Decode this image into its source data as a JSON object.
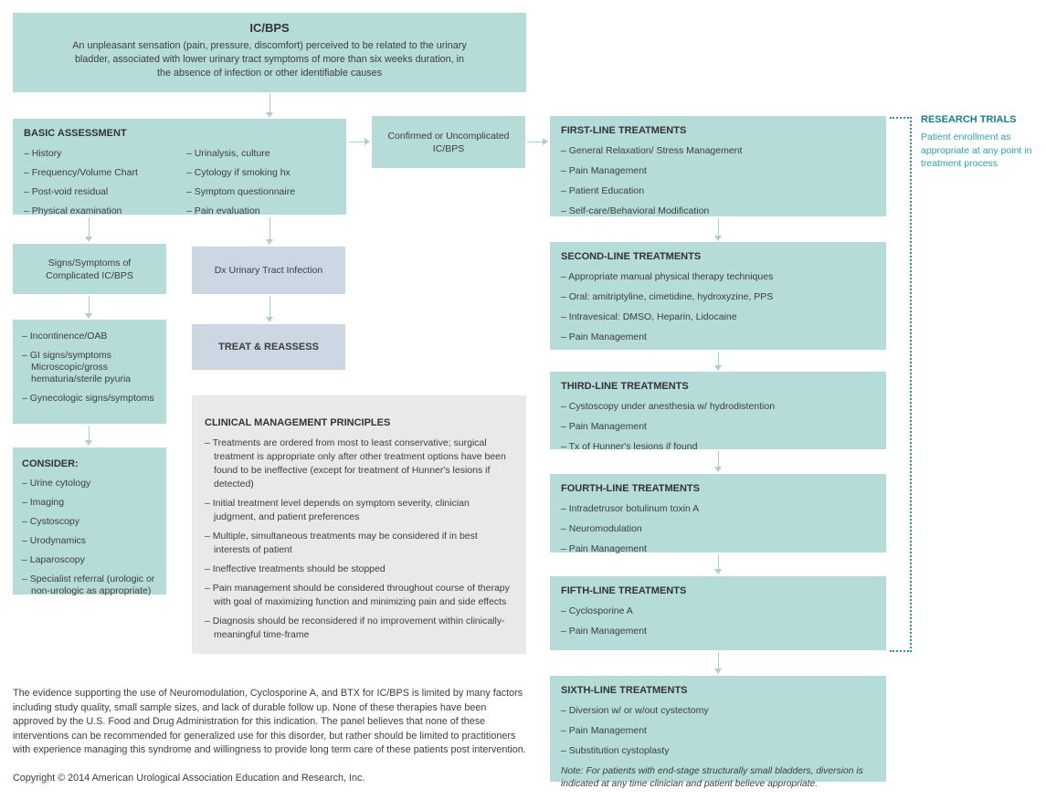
{
  "colors": {
    "teal_box": "#b5dcd8",
    "blue_box": "#cbd7e3",
    "gray_box": "#e9e9e8",
    "arrow_color": "#aecdd3",
    "text_dark": "#3d3d3c",
    "title_dark": "#333332",
    "research_heading": "#15808d",
    "research_text": "#2f9fae",
    "dotted_color": "#2f8fa3"
  },
  "header": {
    "title": "IC/BPS",
    "description": "An unpleasant sensation (pain, pressure, discomfort) perceived to be related to the urinary bladder, associated with lower urinary tract symptoms of more than six weeks duration, in the absence of infection or other identifiable causes"
  },
  "basic_assessment": {
    "title": "BASIC ASSESSMENT",
    "col1": [
      "– History",
      "– Frequency/Volume Chart",
      "– Post-void residual",
      "– Physical examination"
    ],
    "col2": [
      "– Urinalysis, culture",
      "– Cytology if smoking hx",
      "– Symptom questionnaire",
      "– Pain evaluation"
    ]
  },
  "confirmed_box": {
    "text": "Confirmed or Uncomplicated IC/BPS"
  },
  "signs_box": {
    "text": "Signs/Symptoms of Complicated IC/BPS"
  },
  "dx_uti_box": {
    "text": "Dx Urinary Tract Infection"
  },
  "treat_reassess_box": {
    "text": "TREAT & REASSESS"
  },
  "complicated_findings": {
    "items": [
      "– Incontinence/OAB",
      "– GI signs/symptoms Microscopic/gross hematuria/sterile pyuria",
      "– Gynecologic signs/symptoms"
    ]
  },
  "consider": {
    "title": "CONSIDER:",
    "items": [
      "– Urine cytology",
      "– Imaging",
      "– Cystoscopy",
      "– Urodynamics",
      "– Laparoscopy",
      "– Specialist referral (urologic or non-urologic as appropriate)"
    ]
  },
  "principles": {
    "title": "CLINICAL MANAGEMENT PRINCIPLES",
    "items": [
      "– Treatments are ordered from most to least conservative; surgical treatment is appropriate only after other treatment options have been found to be ineffective (except for treatment of Hunner's lesions if detected)",
      "– Initial treatment level depends on symptom severity, clinician judgment, and patient preferences",
      "– Multiple, simultaneous treatments may be considered if in best interests of patient",
      "– Ineffective treatments should be stopped",
      "– Pain management should be considered throughout course of therapy with goal of maximizing function and minimizing pain and side effects",
      "– Diagnosis should be reconsidered if no improvement within clinically-meaningful time-frame"
    ]
  },
  "treatments": [
    {
      "title": "FIRST-LINE TREATMENTS",
      "items": [
        "– General Relaxation/ Stress Management",
        "– Pain Management",
        "– Patient Education",
        "– Self-care/Behavioral Modification"
      ]
    },
    {
      "title": "SECOND-LINE TREATMENTS",
      "items": [
        "– Appropriate manual physical therapy techniques",
        "– Oral: amitriptyline, cimetidine, hydroxyzine, PPS",
        "– Intravesical: DMSO, Heparin, Lidocaine",
        "– Pain Management"
      ]
    },
    {
      "title": "THIRD-LINE TREATMENTS",
      "items": [
        "– Cystoscopy under anesthesia w/ hydrodistention",
        "– Pain Management",
        "– Tx of Hunner's lesions if found"
      ]
    },
    {
      "title": "FOURTH-LINE TREATMENTS",
      "items": [
        "– Intradetrusor botulinum toxin A",
        "– Neuromodulation",
        "– Pain Management"
      ]
    },
    {
      "title": "FIFTH-LINE TREATMENTS",
      "items": [
        "– Cyclosporine A",
        "– Pain Management"
      ]
    },
    {
      "title": "SIXTH-LINE TREATMENTS",
      "items": [
        "– Diversion w/ or w/out cystectomy",
        "– Pain Management",
        "– Substitution cystoplasty"
      ],
      "note": "Note: For patients with end-stage structurally small bladders, diversion is indicated at any time clinician and patient believe appropriate."
    }
  ],
  "research_trials": {
    "title": "RESEARCH TRIALS",
    "text": "Patient enrollment as appropriate at any point in treatment process"
  },
  "footer": {
    "evidence": "The evidence supporting the use of Neuromodulation, Cyclosporine  A, and BTX for IC/BPS is limited by many factors including study quality, small sample sizes, and lack of durable follow up. None of these therapies have been approved by the U.S. Food and Drug Administration for this indication. The panel believes that none of these interventions can be recommended for generalized use for this disorder, but rather should be limited to practitioners  with experience managing this syndrome and willingness to provide long term care of these patients post intervention.",
    "copyright": "Copyright © 2014 American Urological Association Education and Research, Inc."
  }
}
